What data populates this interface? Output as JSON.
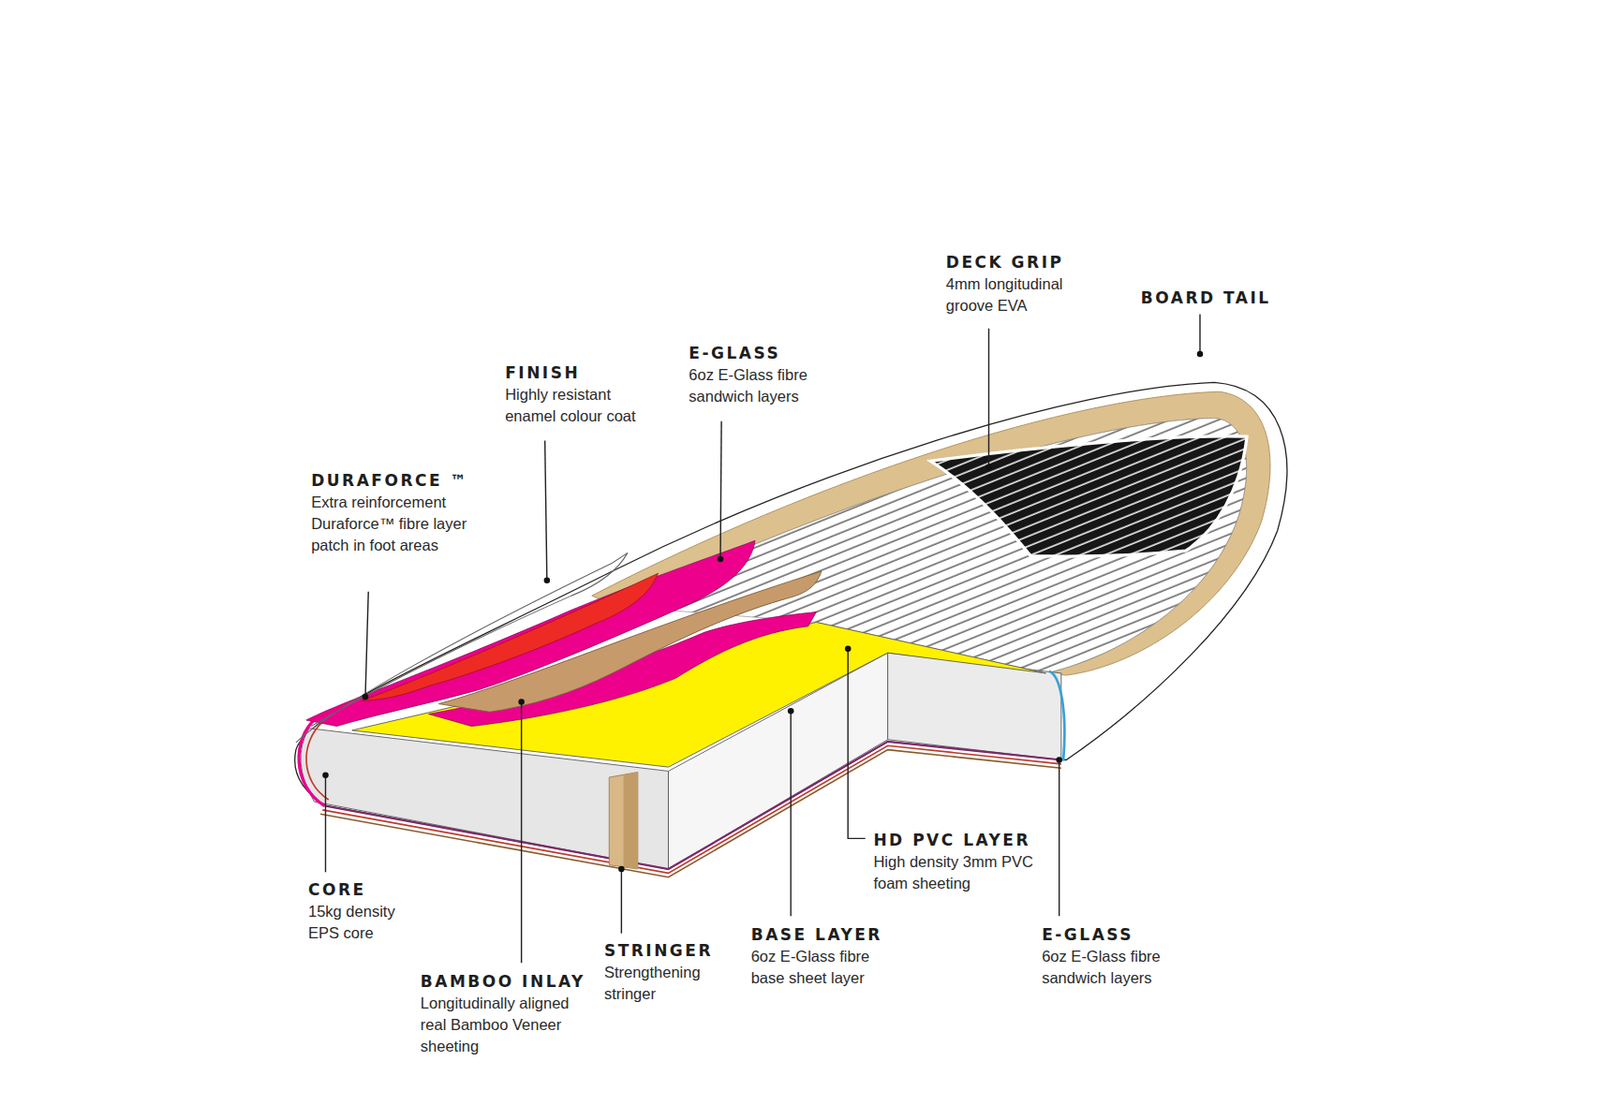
{
  "diagram": {
    "labels": [
      "DECK GRIP",
      "4mm longitudinal groove EVA",
      "BOARD TAIL",
      "FINISH",
      "Highly resistant enamel colour coat",
      "E-GLASS",
      "6oz E-Glass fibre sandwich layers",
      "DURAFORCE ™",
      "Extra reinforcement Duraforce™ fibre layer patch in foot areas",
      "CORE",
      "15kg density EPS core",
      "BAMBOO INLAY",
      "Longitudinally aligned real Bamboo Veneer sheeting",
      "STRINGER",
      "Strengthening stringer",
      "BASE LAYER",
      "6oz E-Glass fibre base sheet layer",
      "HD PVC LAYER",
      "High density 3mm PVC foam sheeting",
      "E-GLASS",
      "6oz E-Glass fibre sandwich layers"
    ]
  }
}
